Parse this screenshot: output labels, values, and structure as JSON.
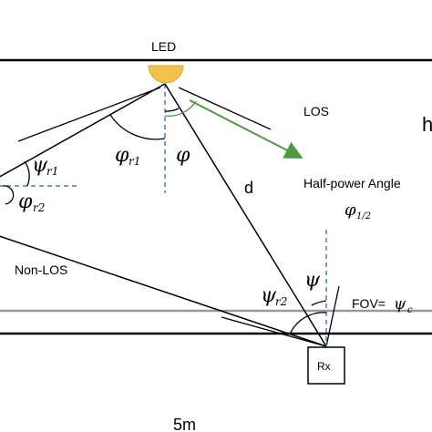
{
  "labels": {
    "led": "LED",
    "los": "LOS",
    "room_height_symbol": "h",
    "distance": "d",
    "half_power_angle": "Half-power Angle",
    "half_power_symbol": "φ",
    "half_power_subscript": "1/2",
    "non_los": "Non-LOS",
    "fov_prefix": "FOV=",
    "fov_symbol": "ψ",
    "fov_subscript": "c",
    "receiver": "Rx",
    "room_width": "5m",
    "phi": "φ",
    "psi": "ψ",
    "phi_r1": "φ",
    "phi_r1_sub": "r1",
    "psi_r1": "ψ",
    "psi_r1_sub": "r1",
    "phi_r2": "φ",
    "phi_r2_sub": "r2",
    "psi_r2": "ψ",
    "psi_r2_sub": "r2"
  },
  "colors": {
    "led_fill": "#F2C14E",
    "led_stroke": "#E0A82E",
    "los_arrow": "#4E9A3F",
    "normal_dashed": "#4A7CB5",
    "walls": "#000000",
    "floor": "#9a9a9a"
  }
}
